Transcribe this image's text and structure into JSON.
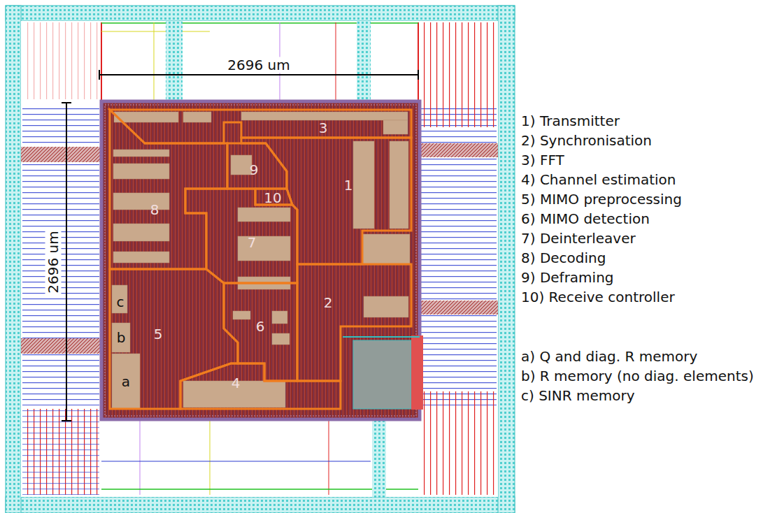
{
  "diagram": {
    "nodes": [
      {
        "text": [
          "1"
        ]
      },
      {
        "text": [
          "2"
        ]
      },
      {
        "text": [
          "3"
        ]
      },
      {
        "text": [
          "4"
        ]
      },
      {
        "text": [
          "5"
        ]
      },
      {
        "text": [
          "6"
        ]
      },
      {
        "text": [
          "7"
        ]
      },
      {
        "text": [
          "8"
        ]
      },
      {
        "text": [
          "9"
        ]
      },
      {
        "text": [
          "10"
        ]
      }
    ],
    "edges": [],
    "labels": [
      "2696 um",
      "2696 um",
      "c",
      "b",
      "a",
      "1) Transmitter",
      "2) Synchronisation",
      "3) FFT",
      "4) Channel estimation",
      "5) MIMO preprocessing",
      "6) MIMO detection",
      "7) Deinterleaver",
      "8) Decoding",
      "9) Deframing",
      "10) Receive controller",
      "a) Q and diag. R memory",
      "b) R memory (no diag. elements)",
      "c) SINR memory"
    ]
  }
}
